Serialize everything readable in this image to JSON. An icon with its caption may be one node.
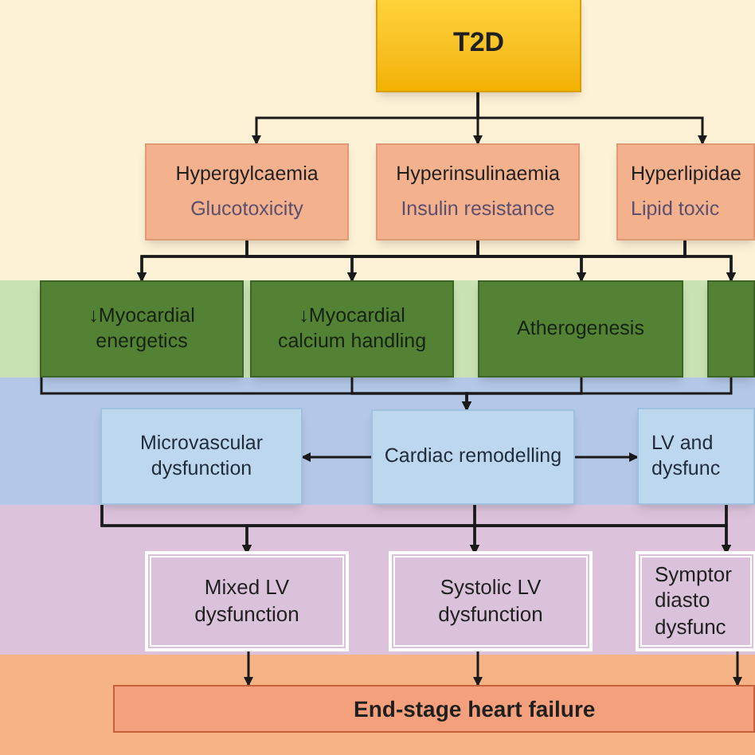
{
  "diagram": {
    "nodes": [
      {
        "text": [
          "T2D"
        ]
      },
      {
        "text": [
          "Hypergylcaemia",
          "Glucotoxicity"
        ]
      },
      {
        "text": [
          "Hyperinsulinaemia",
          "Insulin resistance"
        ]
      },
      {
        "text": [
          "Hyperlipidae",
          "Lipid toxic"
        ]
      },
      {
        "text": [
          "↓Myocardial energetics"
        ]
      },
      {
        "text": [
          "↓Myocardial calcium handling"
        ]
      },
      {
        "text": [
          "Atherogenesis"
        ]
      },
      {
        "text": [],
        "shape": "box"
      },
      {
        "text": [
          "Microvascular dysfunction"
        ]
      },
      {
        "text": [
          "Cardiac remodelling"
        ]
      },
      {
        "text": [
          "LV and dysfunc"
        ]
      },
      {
        "text": [
          "Mixed LV dysfunction"
        ]
      },
      {
        "text": [
          "Systolic LV dysfunction"
        ]
      },
      {
        "text": [
          "Symptor diasto dysfunc"
        ]
      },
      {
        "text": [
          "End-stage heart failure"
        ]
      }
    ],
    "edges": [
      {
        "from": 0,
        "to": 1,
        "arrow": "to"
      },
      {
        "from": 0,
        "to": 2,
        "arrow": "to"
      },
      {
        "from": 0,
        "to": 3,
        "arrow": "to"
      },
      {
        "from": 1,
        "to": 4,
        "arrow": "to"
      },
      {
        "from": 1,
        "to": 5,
        "arrow": "to"
      },
      {
        "from": 1,
        "to": 6,
        "arrow": "to"
      },
      {
        "from": 1,
        "to": 7,
        "arrow": "to"
      },
      {
        "from": 2,
        "to": 4,
        "arrow": "to"
      },
      {
        "from": 2,
        "to": 5,
        "arrow": "to"
      },
      {
        "from": 2,
        "to": 6,
        "arrow": "to"
      },
      {
        "from": 2,
        "to": 7,
        "arrow": "to"
      },
      {
        "from": 3,
        "to": 4,
        "arrow": "to"
      },
      {
        "from": 3,
        "to": 5,
        "arrow": "to"
      },
      {
        "from": 3,
        "to": 6,
        "arrow": "to"
      },
      {
        "from": 3,
        "to": 7,
        "arrow": "to"
      },
      {
        "from": 4,
        "to": 9,
        "arrow": "to"
      },
      {
        "from": 5,
        "to": 9,
        "arrow": "to"
      },
      {
        "from": 6,
        "to": 9,
        "arrow": "to"
      },
      {
        "from": 7,
        "to": 9,
        "arrow": "to"
      },
      {
        "from": 9,
        "to": 8,
        "arrow": "to"
      },
      {
        "from": 9,
        "to": 10,
        "arrow": "to"
      },
      {
        "from": 8,
        "to": 11,
        "arrow": "to"
      },
      {
        "from": 8,
        "to": 12,
        "arrow": "to"
      },
      {
        "from": 8,
        "to": 13,
        "arrow": "to"
      },
      {
        "from": 9,
        "to": 11,
        "arrow": "to"
      },
      {
        "from": 9,
        "to": 12,
        "arrow": "to"
      },
      {
        "from": 9,
        "to": 13,
        "arrow": "to"
      },
      {
        "from": 10,
        "to": 11,
        "arrow": "to"
      },
      {
        "from": 10,
        "to": 12,
        "arrow": "to"
      },
      {
        "from": 10,
        "to": 13,
        "arrow": "to"
      },
      {
        "from": 11,
        "to": 14,
        "arrow": "to"
      },
      {
        "from": 12,
        "to": 14,
        "arrow": "to"
      },
      {
        "from": 13,
        "to": 14,
        "arrow": "to"
      }
    ]
  }
}
